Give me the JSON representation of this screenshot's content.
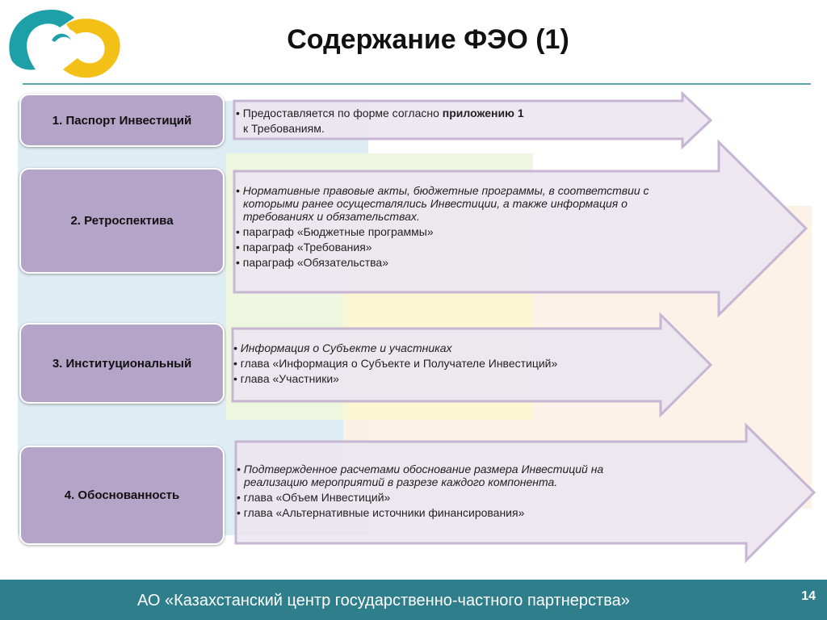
{
  "title": "Содержание ФЭО (1)",
  "sections": [
    {
      "label": "1. Паспорт Инвестиций",
      "line1_prefix": "• Предоставляется по форме согласно ",
      "line1_bold": "приложению 1",
      "line2": "к Требованиям."
    },
    {
      "label": "2. Ретроспектива",
      "italic_1": "• Нормативные правовые акты, бюджетные программы, в соответствии с",
      "italic_2": "которыми ранее осуществлялись Инвестиции, а также информация о",
      "italic_3": "требованиях и обязательствах.",
      "items": [
        "• параграф «Бюджетные программы»",
        "• параграф «Требования»",
        "• параграф «Обязательства»"
      ]
    },
    {
      "label": "3. Институциональный",
      "italic_1": "• Информация о Субъекте и участниках",
      "items": [
        "• глава «Информация о Субъекте и Получателе Инвестиций»",
        "• глава «Участники»"
      ]
    },
    {
      "label": "4. Обоснованность",
      "italic_1": "• Подтвержденное расчетами обоснование размера Инвестиций на",
      "italic_2": "реализацию мероприятий в разрезе каждого компонента.",
      "items": [
        "• глава «Объем Инвестиций»",
        "• глава «Альтернативные источники финансирования»"
      ]
    }
  ],
  "footer": {
    "text": "АО «Казахстанский центр государственно-частного партнерства»",
    "page": "14"
  },
  "colors": {
    "box_fill": "#b3a4c8",
    "arrow_fill": "#ebe6f0",
    "arrow_stroke": "#c7b5d4",
    "footer_bg": "#2e7e8c",
    "logo_teal": "#1ea0a8",
    "logo_yellow": "#f3c018"
  },
  "icons": {
    "logo": "company-logo"
  }
}
